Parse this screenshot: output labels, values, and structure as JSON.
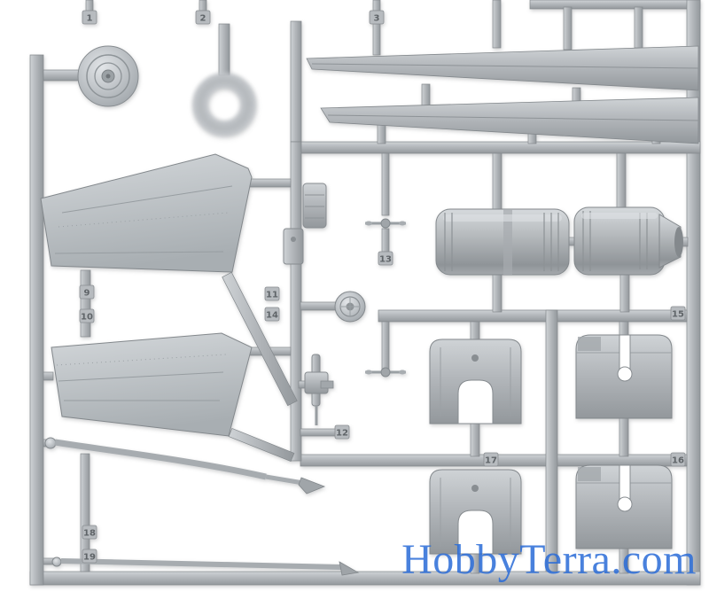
{
  "scene": {
    "description": "Photograph of a grey injection-moulded model kit sprue with aircraft parts",
    "background": "#ffffff"
  },
  "watermark": {
    "text": "HobbyTerra.com",
    "color": "#2a6cd8"
  },
  "plastic": {
    "base": "#b2b6ba",
    "highlight": "#d6dadd",
    "shadow": "#8d9296",
    "edge": "#83888c"
  },
  "tags": [
    "1",
    "2",
    "3",
    "9",
    "10",
    "11",
    "14",
    "13",
    "12",
    "15",
    "17",
    "16",
    "18",
    "19"
  ]
}
